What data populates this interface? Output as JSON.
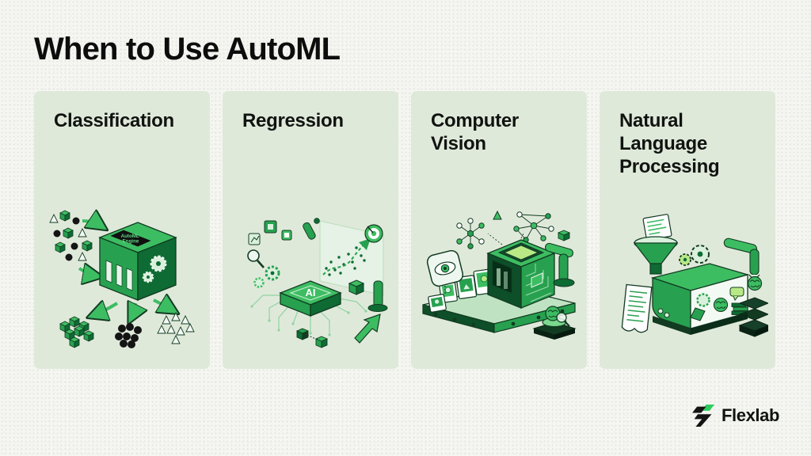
{
  "page": {
    "title": "When to Use AutoML",
    "background_color": "#f5f6f1",
    "card_background_color": "#dfe9da",
    "accent_green": "#3dbd62",
    "dark_green": "#0d6b33",
    "text_color": "#101310"
  },
  "cards": [
    {
      "label": "Classification",
      "illustration": "sorting-machine-illustration"
    },
    {
      "label": "Regression",
      "illustration": "ai-chip-trend-illustration"
    },
    {
      "label": "Computer Vision",
      "illustration": "image-scanner-illustration"
    },
    {
      "label": "Natural Language Processing",
      "illustration": "text-machine-illustration"
    }
  ],
  "illustration_text": {
    "machine_label_line1": "AutoML",
    "machine_label_line2": "Engine",
    "chip_label": "AI"
  },
  "footer": {
    "brand": "Flexlab"
  }
}
